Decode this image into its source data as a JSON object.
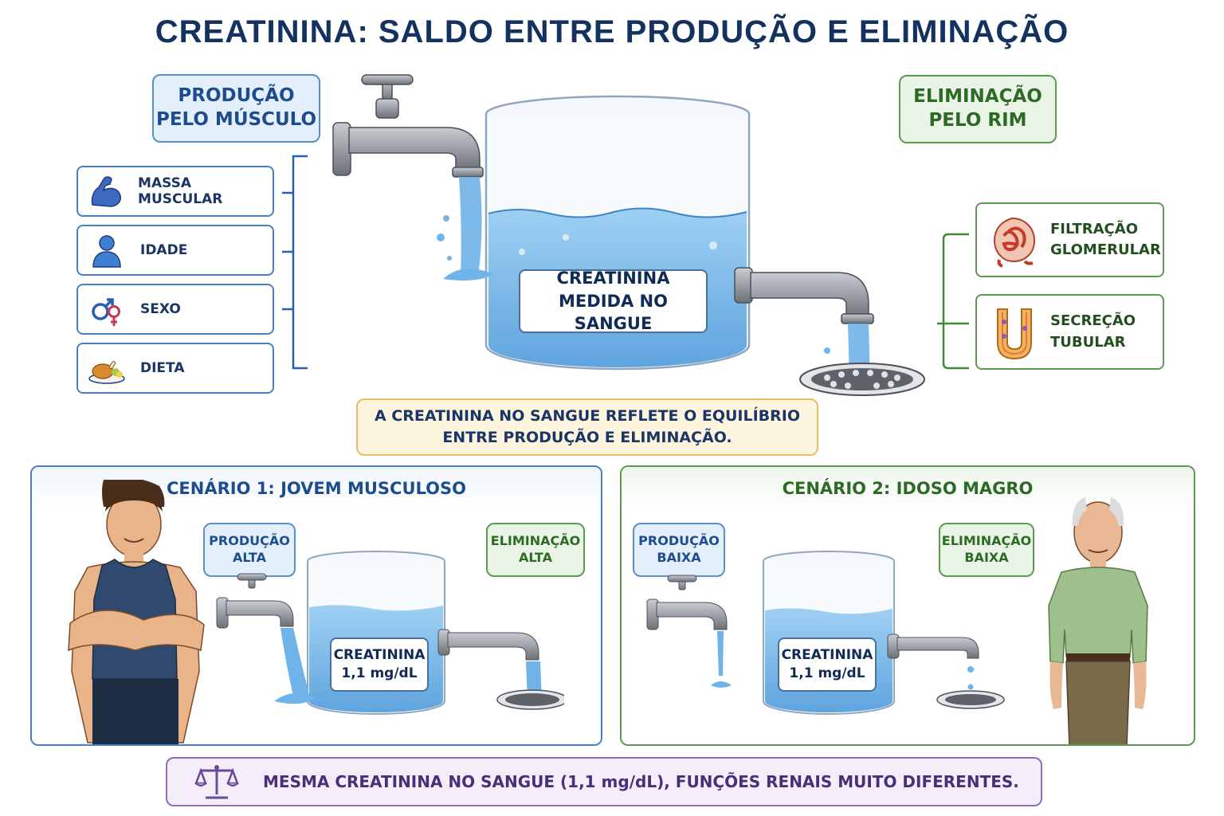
{
  "title": "CREATININA: SALDO ENTRE PRODUÇÃO E ELIMINAÇÃO",
  "production": {
    "heading": "PRODUÇÃO\nPELO MÚSCULO",
    "factors": [
      {
        "label": "MASSA MUSCULAR",
        "icon": "flexed-arm-icon"
      },
      {
        "label": "IDADE",
        "icon": "person-icon"
      },
      {
        "label": "SEXO",
        "icon": "gender-symbols-icon"
      },
      {
        "label": "DIETA",
        "icon": "food-plate-icon"
      }
    ]
  },
  "elimination": {
    "heading": "ELIMINAÇÃO\nPELO RIM",
    "factors": [
      {
        "label": "FILTRAÇÃO\nGLOMERULAR",
        "icon": "glomerulus-icon"
      },
      {
        "label": "SECREÇÃO\nTUBULAR",
        "icon": "tubule-icon"
      }
    ]
  },
  "tank": {
    "label": "CREATININA\nMEDIDA NO SANGUE"
  },
  "note": "A CREATININA NO SANGUE REFLETE O EQUILÍBRIO\nENTRE PRODUÇÃO E ELIMINAÇÃO.",
  "scenario1": {
    "title": "CENÁRIO 1: JOVEM MUSCULOSO",
    "production": "PRODUÇÃO\nALTA",
    "elimination": "ELIMINAÇÃO\nALTA",
    "tank_label": "CREATININA\n1,1 mg/dL"
  },
  "scenario2": {
    "title": "CENÁRIO 2: IDOSO MAGRO",
    "production": "PRODUÇÃO\nBAIXA",
    "elimination": "ELIMINAÇÃO\nBAIXA",
    "tank_label": "CREATININA\n1,1 mg/dL"
  },
  "footer": {
    "text": "MESMA CREATININA NO SANGUE (1,1 mg/dL), FUNÇÕES RENAIS MUITO DIFERENTES.",
    "icon": "balance-scale-icon"
  },
  "colors": {
    "blue_accent": "#4a7fc0",
    "green_accent": "#5d9b52",
    "water": "#7fb8e6",
    "note_bg": "#fdf5dd",
    "footer_accent": "#8f6dbd"
  }
}
